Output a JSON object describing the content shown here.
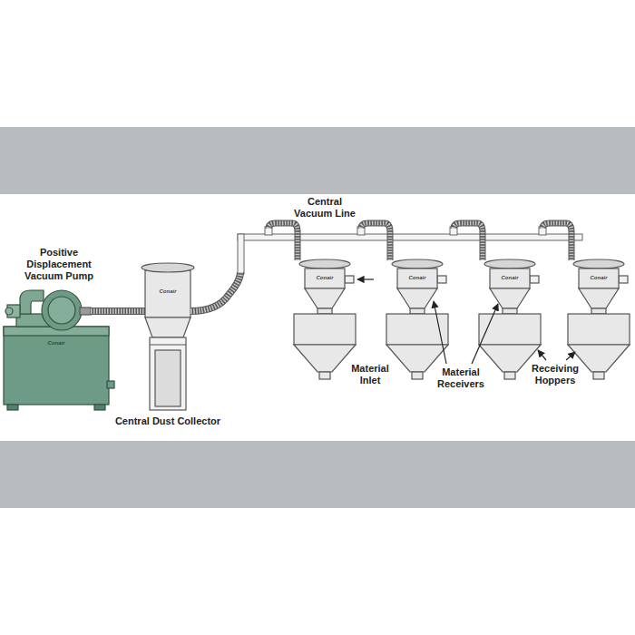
{
  "diagram": {
    "labels": [
      "Positive Displacement Vacuum Pump",
      "Central Vacuum Line",
      "Material Inlet",
      "Material Receivers",
      "Receiving Hoppers",
      "Central Dust Collector",
      "Conair",
      "Conair",
      "Conair",
      "Conair",
      "Conair",
      "Conair"
    ]
  }
}
